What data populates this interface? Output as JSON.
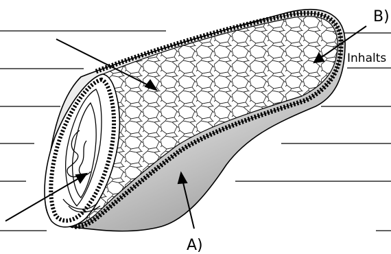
{
  "labels": {
    "b": "B)",
    "inhalt": "Inhalts",
    "a": "A)"
  },
  "colors": {
    "ink": "#000000",
    "background": "#ffffff",
    "shell_shade": "#bdbdbd"
  }
}
